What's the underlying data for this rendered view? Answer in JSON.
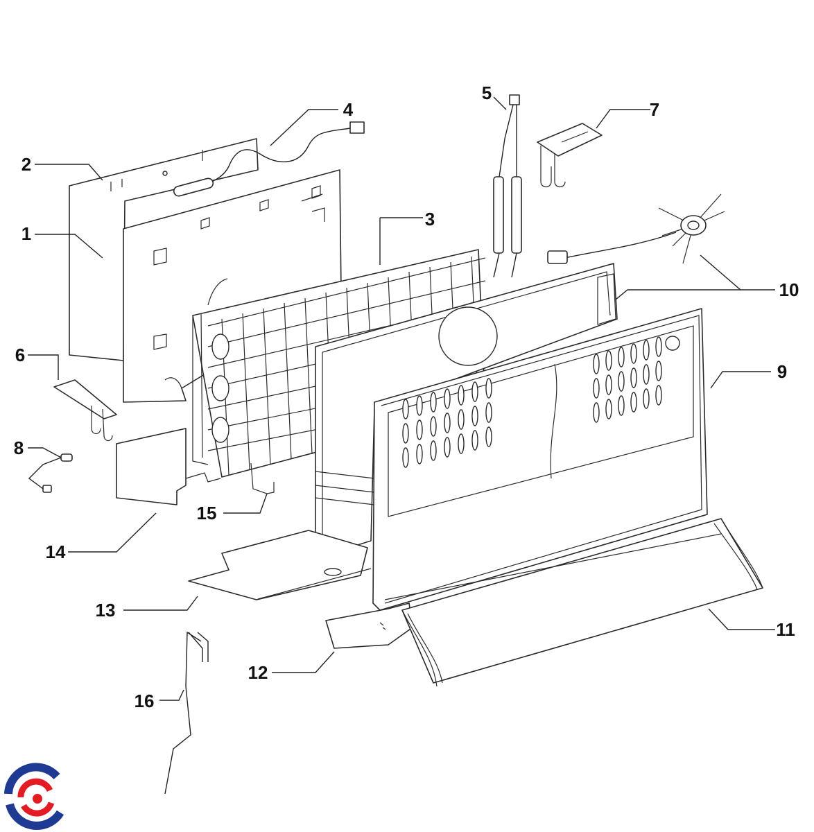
{
  "callouts": {
    "c1": "1",
    "c2": "2",
    "c3": "3",
    "c4": "4",
    "c5": "5",
    "c6": "6",
    "c7": "7",
    "c8": "8",
    "c9": "9",
    "c10": "10",
    "c11": "11",
    "c12": "12",
    "c13": "13",
    "c14": "14",
    "c15": "15",
    "c16": "16"
  },
  "logo": {
    "icon": "brand-logo-icon",
    "colors": [
      "#1f3a93",
      "#e31b23"
    ]
  }
}
